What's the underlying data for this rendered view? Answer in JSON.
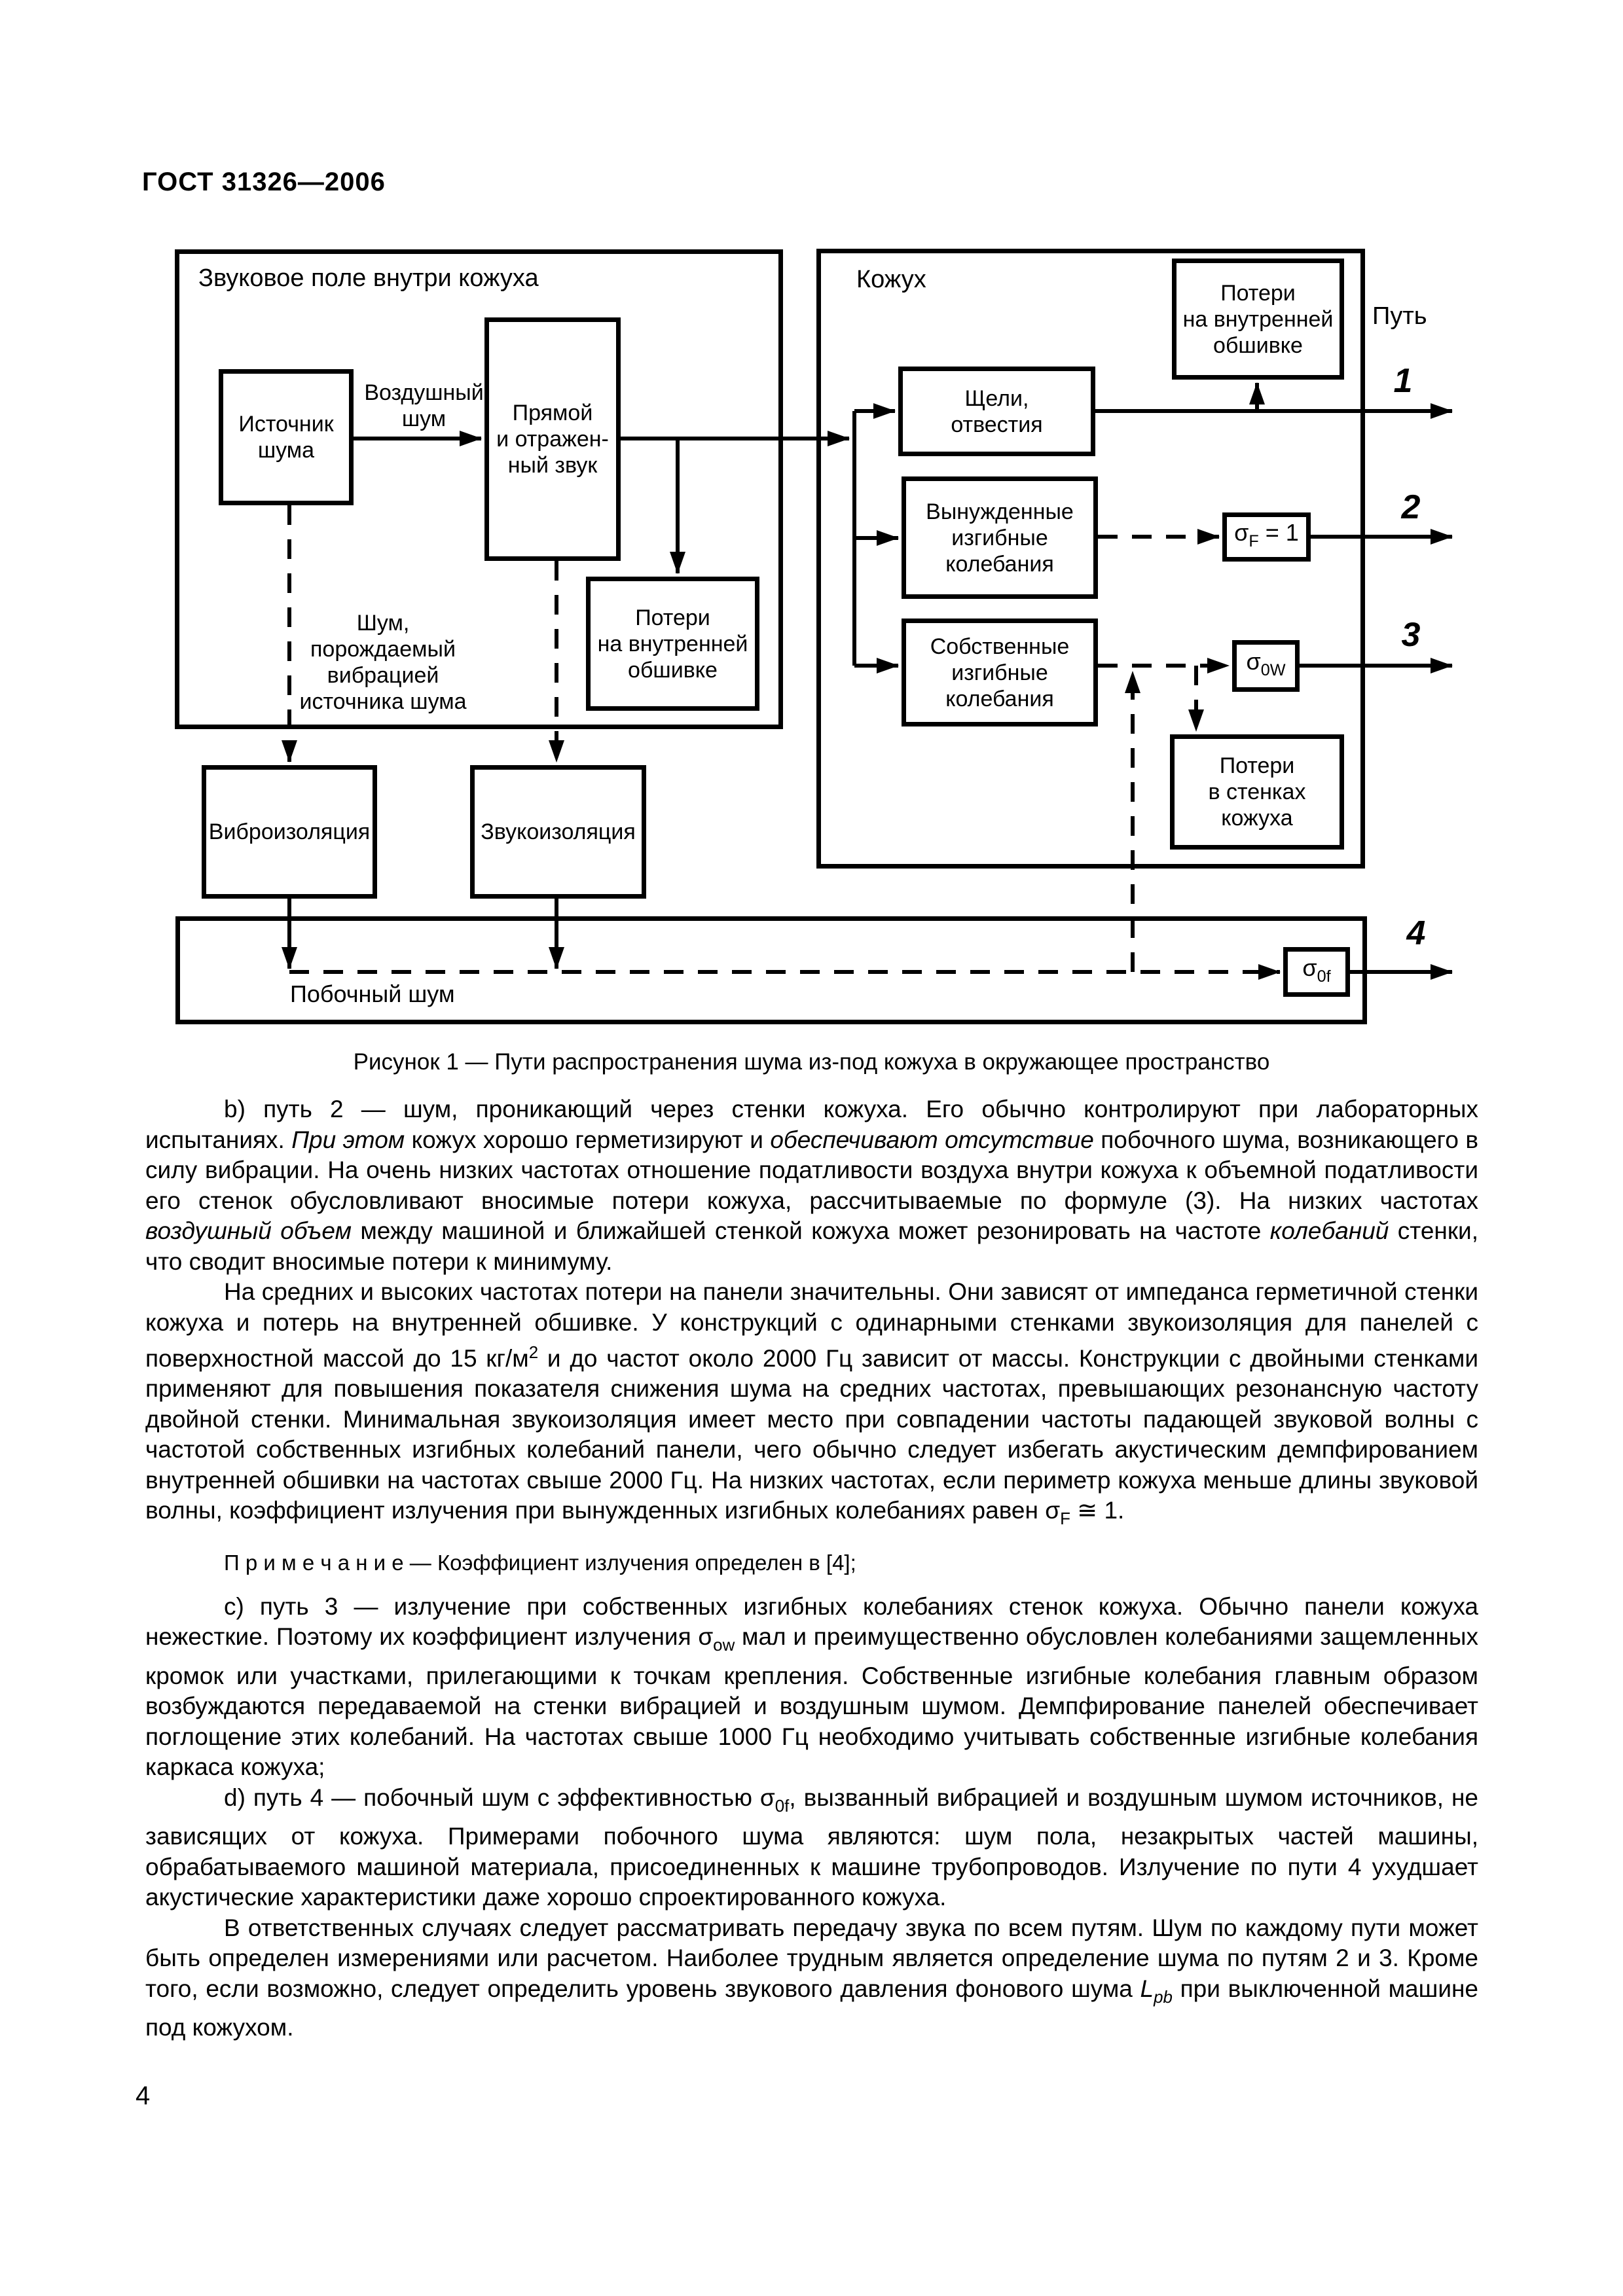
{
  "page": {
    "header": "ГОСТ 31326—2006",
    "number": "4"
  },
  "figure": {
    "caption": "Рисунок 1 — Пути распространения шума из-под кожуха в окружающее пространство",
    "path_label": "Путь",
    "paths": [
      "1",
      "2",
      "3",
      "4"
    ],
    "groups": {
      "sound_field": "Звуковое поле внутри кожуха",
      "enclosure": "Кожух",
      "flanking": "Побочный шум"
    },
    "boxes": {
      "source": "Источник\nшума",
      "direct": "Прямой\nи отражен-\nный звук",
      "loss_lining_left": "Потери\nна внутренней\nобшивке",
      "vibro_isolation": "Виброизоляция",
      "sound_isolation": "Звукоизоляция",
      "slits": "Щели,\nотвестия",
      "forced": "Вынужденные\nизгибные\nколебания",
      "natural": "Собственные\nизгибные\nколебания",
      "loss_lining_top": "Потери\nна внутренней\nобшивке",
      "loss_walls": "Потери\nв стенках\nкожуха"
    },
    "sigma": {
      "f": [
        {
          "t": "σ"
        },
        {
          "t": "F",
          "sub": true
        },
        {
          "t": " = 1"
        }
      ],
      "ow": [
        {
          "t": "σ"
        },
        {
          "t": "0W",
          "sub": true
        }
      ],
      "of": [
        {
          "t": "σ"
        },
        {
          "t": "0f",
          "sub": true
        }
      ]
    },
    "arrow_labels": {
      "air_noise": "Воздушный\nшум",
      "vib_noise": "Шум,\nпорождаемый\nвибрацией\nисточника шума"
    }
  },
  "body": {
    "paragraphs": [
      {
        "segments": [
          {
            "t": "b) путь 2 — шум, проникающий через стенки кожуха. Его обычно контролируют при лабораторных испытаниях. "
          },
          {
            "t": "При этом",
            "i": true
          },
          {
            "t": " кожух хорошо герметизируют и "
          },
          {
            "t": "обеспечивают отсутствие",
            "i": true
          },
          {
            "t": " побочного шума, возникающего в силу вибрации. На очень низких частотах отношение податливости воздуха внутри кожуха к объемной податливости его стенок обусловливают вносимые потери кожуха, рассчитываемые по формуле (3). На низких частотах "
          },
          {
            "t": "воздушный объем",
            "i": true
          },
          {
            "t": " между машиной и ближайшей стенкой кожуха может резонировать на частоте "
          },
          {
            "t": "колебаний",
            "i": true
          },
          {
            "t": " стенки, что сводит вносимые потери к минимуму."
          }
        ]
      },
      {
        "segments": [
          {
            "t": "На средних и высоких частотах потери на панели значительны. Они зависят от импеданса герметичной стенки кожуха и потерь на внутренней обшивке. У конструкций с одинарными стенками звукоизоляция для панелей с поверхностной массой до 15 кг/м"
          },
          {
            "t": "2",
            "sup": true
          },
          {
            "t": " и до частот около 2000 Гц зависит от массы. Конструкции с двойными стенками применяют для повышения показателя снижения шума на средних частотах, превышающих резонансную частоту двойной стенки. Минимальная звукоизоляция имеет место при совпадении частоты падающей звуковой волны с частотой собственных изгибных колебаний панели, чего обычно следует избегать акустическим демпфированием внутренней обшивки на частотах свыше 2000 Гц. На низких частотах, если периметр кожуха меньше длины звуковой волны, коэффициент излучения при вынужденных изгибных колебаниях равен σ"
          },
          {
            "t": "F",
            "sub": true
          },
          {
            "t": " ≅ 1."
          }
        ]
      },
      {
        "cls": "note",
        "segments": [
          {
            "t": "П р и м е ч а н и е — Коэффициент излучения определен в [4];"
          }
        ]
      },
      {
        "segments": [
          {
            "t": "c) путь 3 — излучение при собственных изгибных колебаниях стенок кожуха. Обычно панели кожуха нежесткие. Поэтому их коэффициент излучения σ"
          },
          {
            "t": "ow",
            "sub": true
          },
          {
            "t": " мал и преимущественно обусловлен колебаниями защемленных кромок или участками, прилегающими к точкам крепления. Собственные изгибные колебания главным образом возбуждаются передаваемой на стенки вибрацией и воздушным шумом. Демпфирование панелей обеспечивает поглощение этих колебаний. На частотах свыше 1000 Гц необходимо учитывать собственные изгибные колебания каркаса кожуха;"
          }
        ]
      },
      {
        "segments": [
          {
            "t": "d) путь 4 — побочный шум с эффективностью σ"
          },
          {
            "t": "0f",
            "sub": true
          },
          {
            "t": ", вызванный вибрацией и воздушным шумом источников, не зависящих от кожуха. Примерами побочного шума являются: шум пола, незакрытых частей машины, обрабатываемого машиной материала, присоединенных к машине трубопроводов. Излучение по пути 4 ухудшает акустические характеристики даже хорошо спроектированного кожуха."
          }
        ]
      },
      {
        "segments": [
          {
            "t": "В ответственных случаях следует рассматривать передачу звука по всем путям. Шум по каждому пути может быть определен измерениями или расчетом. Наиболее трудным является определение шума по путям 2 и 3. Кроме того, если возможно, следует определить уровень звукового давления фонового шума "
          },
          {
            "t": "L",
            "i": true
          },
          {
            "t": "pb",
            "i": true,
            "sub": true
          },
          {
            "t": " при выключенной машине под кожухом."
          }
        ]
      }
    ]
  }
}
